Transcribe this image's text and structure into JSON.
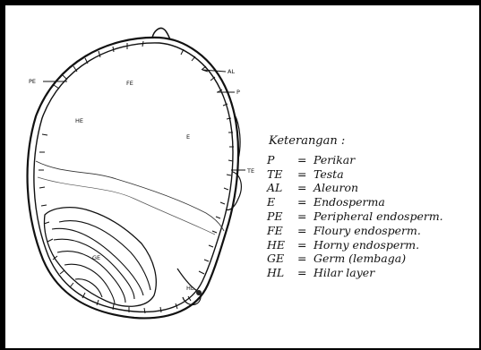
{
  "figure_labels": {
    "AL": "AL",
    "P": "P",
    "PE": "PE",
    "FE": "FE",
    "HE": "HE",
    "E": "E",
    "TE": "TE",
    "GE": "GE",
    "HL": "HL"
  },
  "legend": {
    "title": "Keterangan :",
    "equals": "=",
    "items": [
      {
        "abbr": "P",
        "desc": "Perikar"
      },
      {
        "abbr": "TE",
        "desc": "Testa"
      },
      {
        "abbr": "AL",
        "desc": "Aleuron"
      },
      {
        "abbr": "E",
        "desc": "Endosperma"
      },
      {
        "abbr": "PE",
        "desc": "Peripheral endosperm."
      },
      {
        "abbr": "FE",
        "desc": "Floury endosperm."
      },
      {
        "abbr": "HE",
        "desc": "Horny endosperm."
      },
      {
        "abbr": "GE",
        "desc": "Germ (lembaga)"
      },
      {
        "abbr": "HL",
        "desc": "Hilar layer"
      }
    ]
  }
}
